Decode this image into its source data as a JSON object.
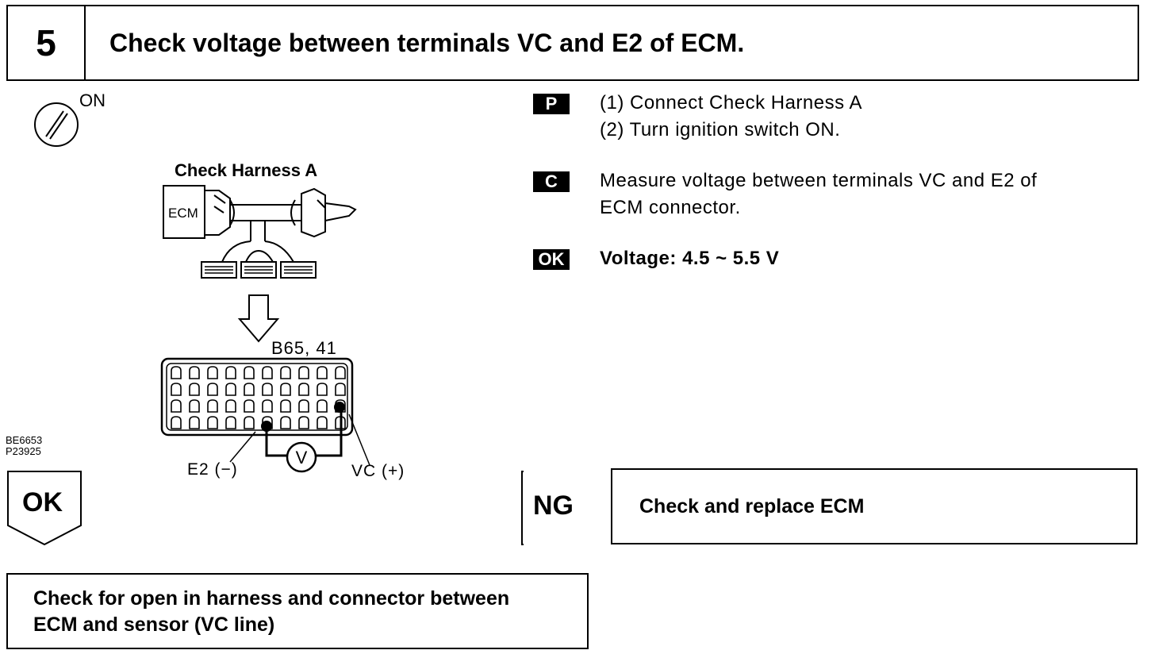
{
  "step": {
    "number": "5",
    "title": "Check voltage between terminals VC and E2 of ECM."
  },
  "ignition": {
    "state_label": "ON"
  },
  "diagram": {
    "harness_title": "Check Harness A",
    "ecm_label": "ECM",
    "terminal_ref": "B65, 41",
    "e2_label": "E2 (−)",
    "vc_label": "VC (+)",
    "meter_symbol": "V",
    "figure_codes": [
      "BE6653",
      "P23925"
    ]
  },
  "instructions": {
    "prep_badge": "P",
    "prep_steps": [
      "(1) Connect Check Harness A",
      "(2) Turn ignition switch ON."
    ],
    "check_badge": "C",
    "check_lines": [
      "Measure voltage between terminals VC and E2 of",
      "ECM connector."
    ],
    "ok_badge": "OK",
    "ok_spec": "Voltage:   4.5 ~ 5.5 V"
  },
  "flow": {
    "ng_label": "NG",
    "ng_action": "Check and replace ECM",
    "ok_label": "OK",
    "ok_action_lines": [
      "Check for open in harness and connector between",
      "ECM and sensor (VC line)"
    ]
  }
}
